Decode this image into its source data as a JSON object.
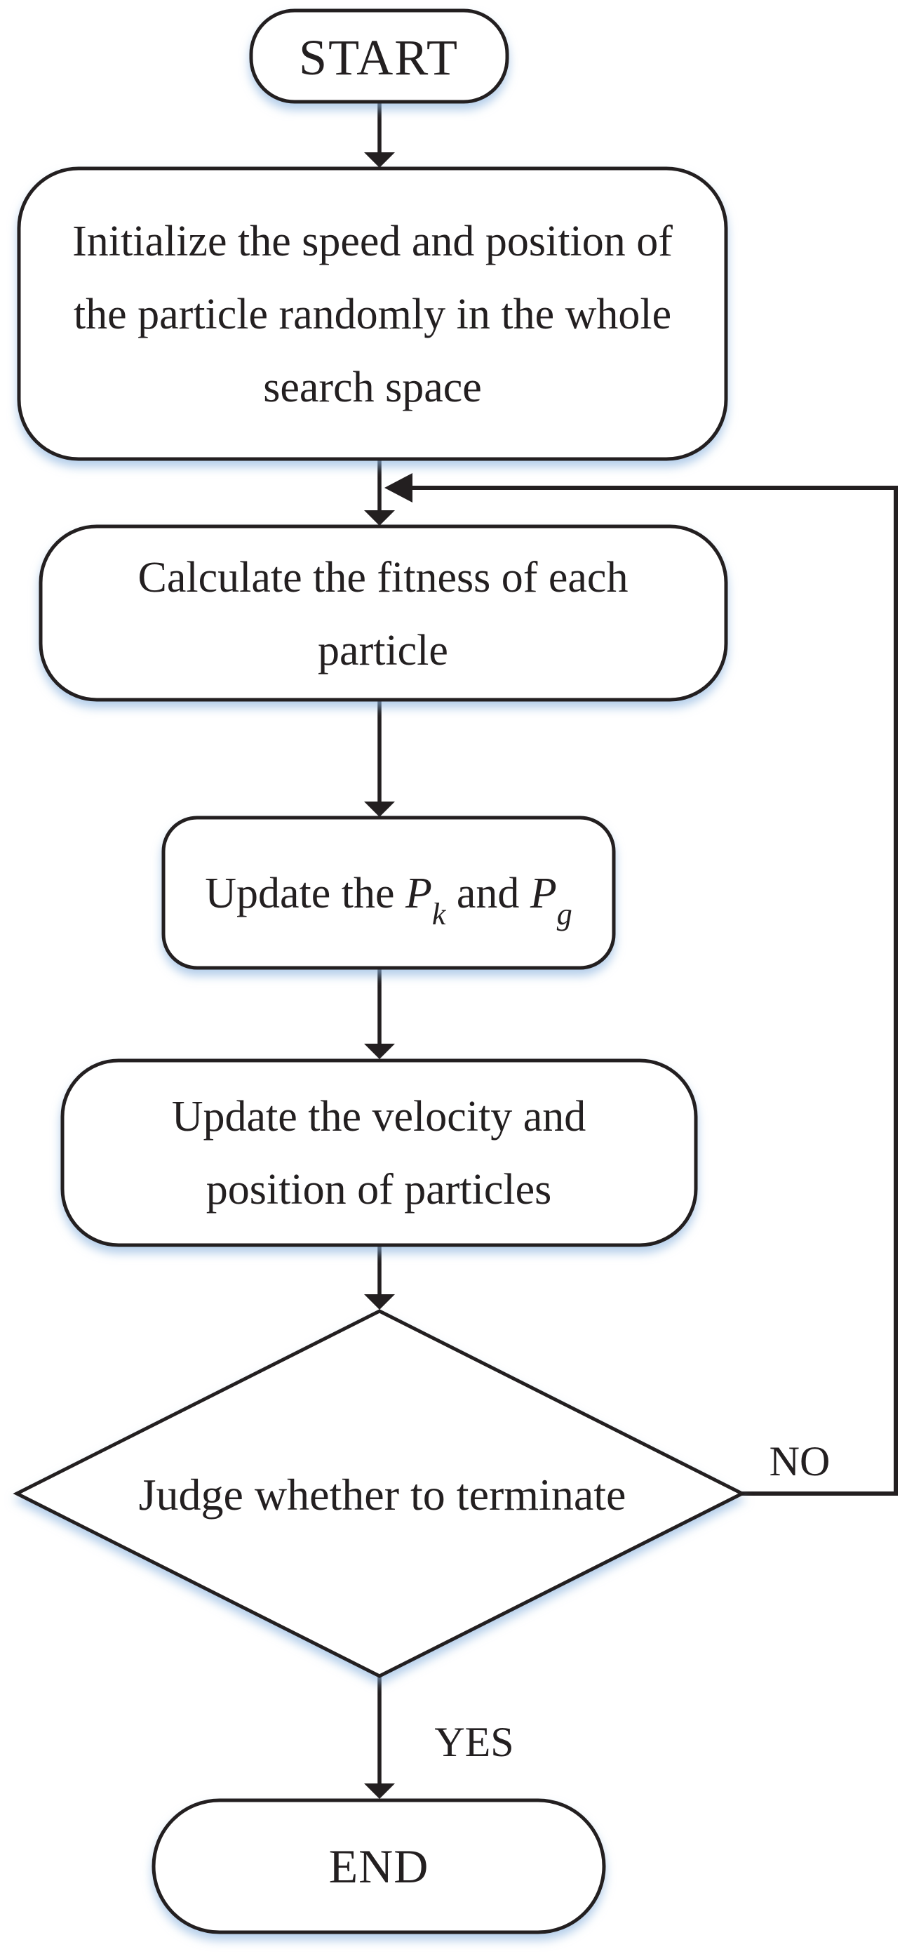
{
  "diagram": {
    "kind": "flowchart",
    "nodes": {
      "start": {
        "label": "START"
      },
      "initialize": {
        "lines": [
          "Initialize the speed and position of",
          "the particle randomly in the whole",
          "search space"
        ]
      },
      "calc_fitness": {
        "lines": [
          "Calculate the fitness of each",
          "particle"
        ]
      },
      "update_pbest": {
        "prefix": "Update the ",
        "p1": "P",
        "sub1": "k",
        "mid": " and ",
        "p2": "P",
        "sub2": "g"
      },
      "update_velocity": {
        "lines": [
          "Update the velocity and",
          "position of particles"
        ]
      },
      "judge": {
        "label": "Judge whether to terminate"
      },
      "end": {
        "label": "END"
      }
    },
    "edges": {
      "no_label": "NO",
      "yes_label": "YES"
    },
    "colors": {
      "stroke": "#231f20",
      "fill": "#ffffff",
      "text": "#231f20",
      "shadow": "#8cb4de",
      "background": "#ffffff"
    }
  }
}
